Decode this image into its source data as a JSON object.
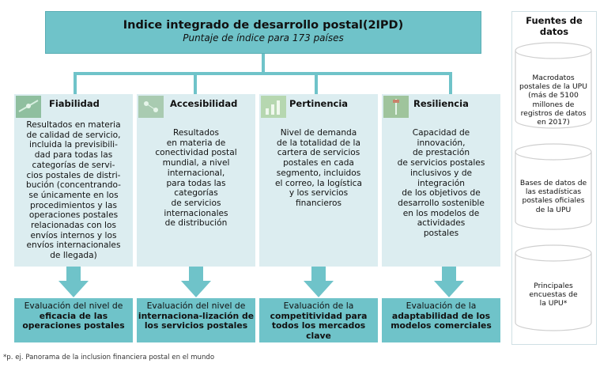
{
  "header": {
    "title": "Indice integrado de desarrollo postal(2IPD)",
    "subtitle": "Puntaje de índice para 173 países"
  },
  "pillars": [
    {
      "title": "Fiabilidad",
      "lines": [
        "Resultados en materia",
        "de calidad de servicio,",
        "incluida la previsibili-",
        "dad para todas las",
        "categorías de servi-",
        "cios postales de distri-",
        "bución (concentrando-",
        "se únicamente en los",
        "procedimientos y las",
        "operaciones postales",
        "relacionadas con los",
        "envíos internos y los",
        "envíos internacionales",
        "de llegada)"
      ],
      "outcome_pre": "Evaluación del nivel de",
      "outcome_bold": "eficacia de las operaciones postales"
    },
    {
      "title": "Accesibilidad",
      "lines": [
        "Resultados",
        "en materia de",
        "conectividad postal",
        "mundial, a nivel",
        "internacional,",
        "para todas las",
        "categorías",
        "de servicios",
        "internacionales",
        "de distribución"
      ],
      "outcome_pre": "Evaluación del nivel de",
      "outcome_bold": "internaciona-lización de los servicios postales"
    },
    {
      "title": "Pertinencia",
      "lines": [
        "Nivel de demanda",
        "de la totalidad de la",
        "cartera de servicios",
        "postales en cada",
        "segmento, incluidos",
        "el correo, la logística",
        "y los servicios",
        "financieros"
      ],
      "outcome_pre": "Evaluación de la",
      "outcome_bold": "competitividad para todos los mercados clave"
    },
    {
      "title": "Resiliencia",
      "lines": [
        "Capacidad de",
        "innovación,",
        "de prestación",
        "de servicios postales",
        "inclusivos y de",
        "integración",
        "de los objetivos de",
        "desarrollo sostenible",
        "en los modelos de",
        "actividades",
        "postales"
      ],
      "outcome_pre": "Evaluación de la",
      "outcome_bold": "adaptabilidad de los modelos comerciales"
    }
  ],
  "sources": {
    "title": "Fuentes de datos",
    "items": [
      "Macrodatos postales de la UPU (más de 5100 millones de registros de datos en 2017)",
      "Bases de datos de las estadísticas postales oficiales de la UPU",
      "Principales encuestas de la UPU*"
    ]
  },
  "footnote": "*p. ej. Panorama de la inclusion financiera postal en el mundo",
  "colors": {
    "accent": "#6fc3c9",
    "panel": "#dcedf0"
  }
}
